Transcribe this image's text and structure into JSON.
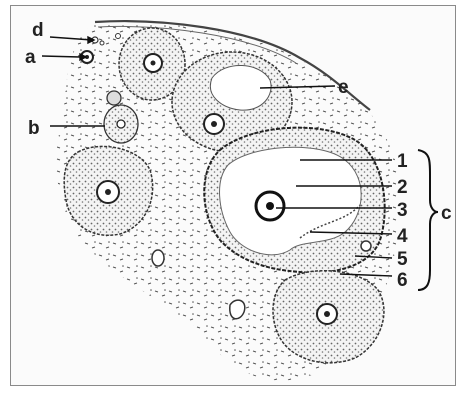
{
  "labels": {
    "a": "a",
    "b": "b",
    "c": "c",
    "d": "d",
    "e": "e",
    "n1": "1",
    "n2": "2",
    "n3": "3",
    "n4": "4",
    "n5": "5",
    "n6": "6"
  }
}
